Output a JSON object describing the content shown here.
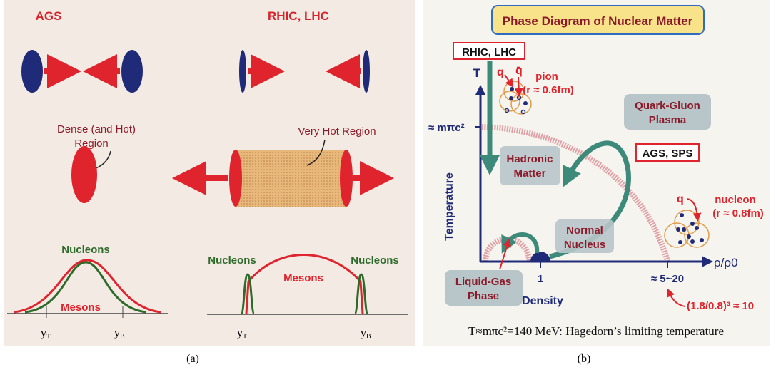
{
  "panel_a": {
    "label": "(a)",
    "left_title": "AGS",
    "right_title": "RHIC, LHC",
    "dense_region_line1": "Dense (and Hot)",
    "dense_region_line2": "Region",
    "hot_region": "Very Hot Region",
    "left_nucleons": "Nucleons",
    "left_mesons": "Mesons",
    "left_yT": "y",
    "left_yT_sub": "T",
    "left_yB": "y",
    "left_yB_sub": "B",
    "right_nucleons_left": "Nucleons",
    "right_nucleons_right": "Nucleons",
    "right_mesons": "Mesons",
    "right_yT": "y",
    "right_yT_sub": "T",
    "right_yB": "y",
    "right_yB_sub": "B"
  },
  "panel_b": {
    "label": "(b)",
    "title": "Phase Diagram of Nuclear Matter",
    "rhic_lhc": "RHIC, LHC",
    "ags_sps": "AGS, SPS",
    "t_axis": "T",
    "temperature": "Temperature",
    "m_pi_c2": "≈ mπc²",
    "q": "q",
    "qbar": "q̄",
    "pion": "pion",
    "pion_r": "(r ≈ 0.6fm)",
    "qgp_line1": "Quark-Gluon",
    "qgp_line2": "Plasma",
    "hadronic_line1": "Hadronic",
    "hadronic_line2": "Matter",
    "normal_line1": "Normal",
    "normal_line2": "Nucleus",
    "liquid_line1": "Liquid-Gas",
    "liquid_line2": "Phase",
    "tick_1": "1",
    "tick_5_20": "≈ 5~20",
    "density": "Density",
    "x_axis": "ρ/ρ0",
    "nucleon_q": "q",
    "nucleon": "nucleon",
    "nucleon_r": "(r ≈ 0.8fm)",
    "ratio": "(1.8/0.8)³ ≈ 10",
    "caption": "T≈mπc²=140 MeV: Hagedorn’s limiting temperature"
  },
  "colors": {
    "blue": "#1f2a78",
    "red": "#e0242e",
    "green": "#2e6b2a",
    "teal": "#3e8a7a",
    "maroon": "#8b1a2a"
  }
}
